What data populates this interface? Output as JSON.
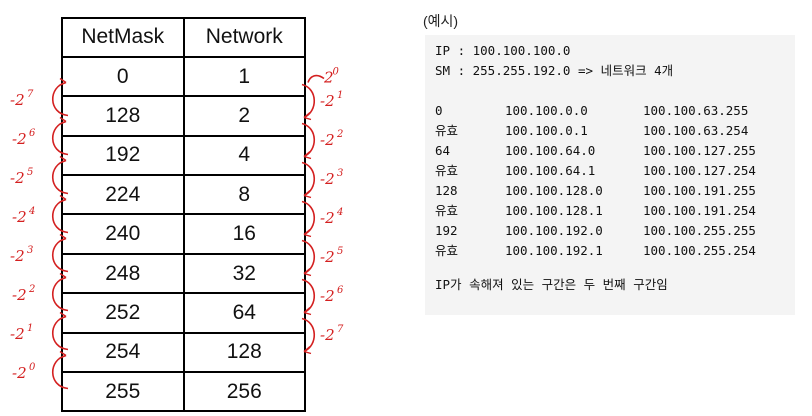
{
  "table": {
    "headers": [
      "NetMask",
      "Network"
    ],
    "rows": [
      [
        "0",
        "1"
      ],
      [
        "128",
        "2"
      ],
      [
        "192",
        "4"
      ],
      [
        "224",
        "8"
      ],
      [
        "240",
        "16"
      ],
      [
        "248",
        "32"
      ],
      [
        "252",
        "64"
      ],
      [
        "254",
        "128"
      ],
      [
        "255",
        "256"
      ]
    ]
  },
  "annotations": {
    "left_base": "-2",
    "left_exponents": [
      "7",
      "6",
      "5",
      "4",
      "3",
      "2",
      "1",
      "0"
    ],
    "right_base": "2",
    "right_first_exponent": "0",
    "right_neg_base": "-2",
    "right_exponents": [
      "1",
      "2",
      "3",
      "4",
      "5",
      "6",
      "7"
    ],
    "color": "#d42020"
  },
  "example": {
    "caption": "(예시)",
    "ip_line": "IP : 100.100.100.0",
    "sm_line": "SM : 255.255.192.0 => 네트워크 4개",
    "rows": [
      [
        "0",
        "100.100.0.0",
        "100.100.63.255"
      ],
      [
        "유효",
        "100.100.0.1",
        "100.100.63.254"
      ],
      [
        "64",
        "100.100.64.0",
        "100.100.127.255"
      ],
      [
        "유효",
        "100.100.64.1",
        "100.100.127.254"
      ],
      [
        "128",
        "100.100.128.0",
        "100.100.191.255"
      ],
      [
        "유효",
        "100.100.128.1",
        "100.100.191.254"
      ],
      [
        "192",
        "100.100.192.0",
        "100.100.255.255"
      ],
      [
        "유효",
        "100.100.192.1",
        "100.100.255.254"
      ]
    ],
    "note": "IP가 속해져 있는 구간은 두 번째 구간임"
  }
}
